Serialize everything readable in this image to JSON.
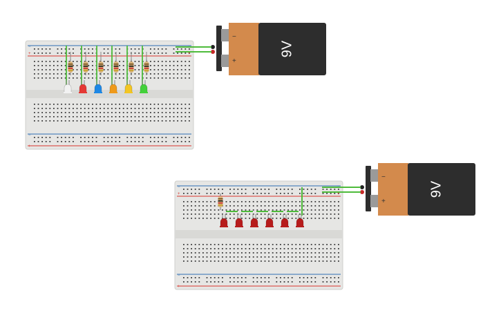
{
  "colors": {
    "board": "#e6e6e4",
    "board_edge": "#cfcfcc",
    "hole": "#3a3a3a",
    "rail_red": "#d9342b",
    "rail_blue": "#2f6fb5",
    "wire_green": "#4dbb3a",
    "battery_body": "#2d2d2d",
    "battery_band": "#d38a4c",
    "battery_terminal": "#9a9a9a"
  },
  "circuits": [
    {
      "name": "circuit-1",
      "battery_label": "9V",
      "battery_minus": "−",
      "battery_plus": "+",
      "led_colors": [
        "#f2f2f2",
        "#e53935",
        "#1e88e5",
        "#ef9a1a",
        "#f3c623",
        "#43d13a"
      ],
      "rail_plus_symbol": "+",
      "rail_minus_symbol": "−"
    },
    {
      "name": "circuit-2",
      "battery_label": "9V",
      "battery_minus": "−",
      "battery_plus": "+",
      "led_colors": [
        "#b71c1c",
        "#b71c1c",
        "#b71c1c",
        "#b71c1c",
        "#b71c1c",
        "#b71c1c"
      ],
      "rail_plus_symbol": "+",
      "rail_minus_symbol": "−"
    }
  ]
}
